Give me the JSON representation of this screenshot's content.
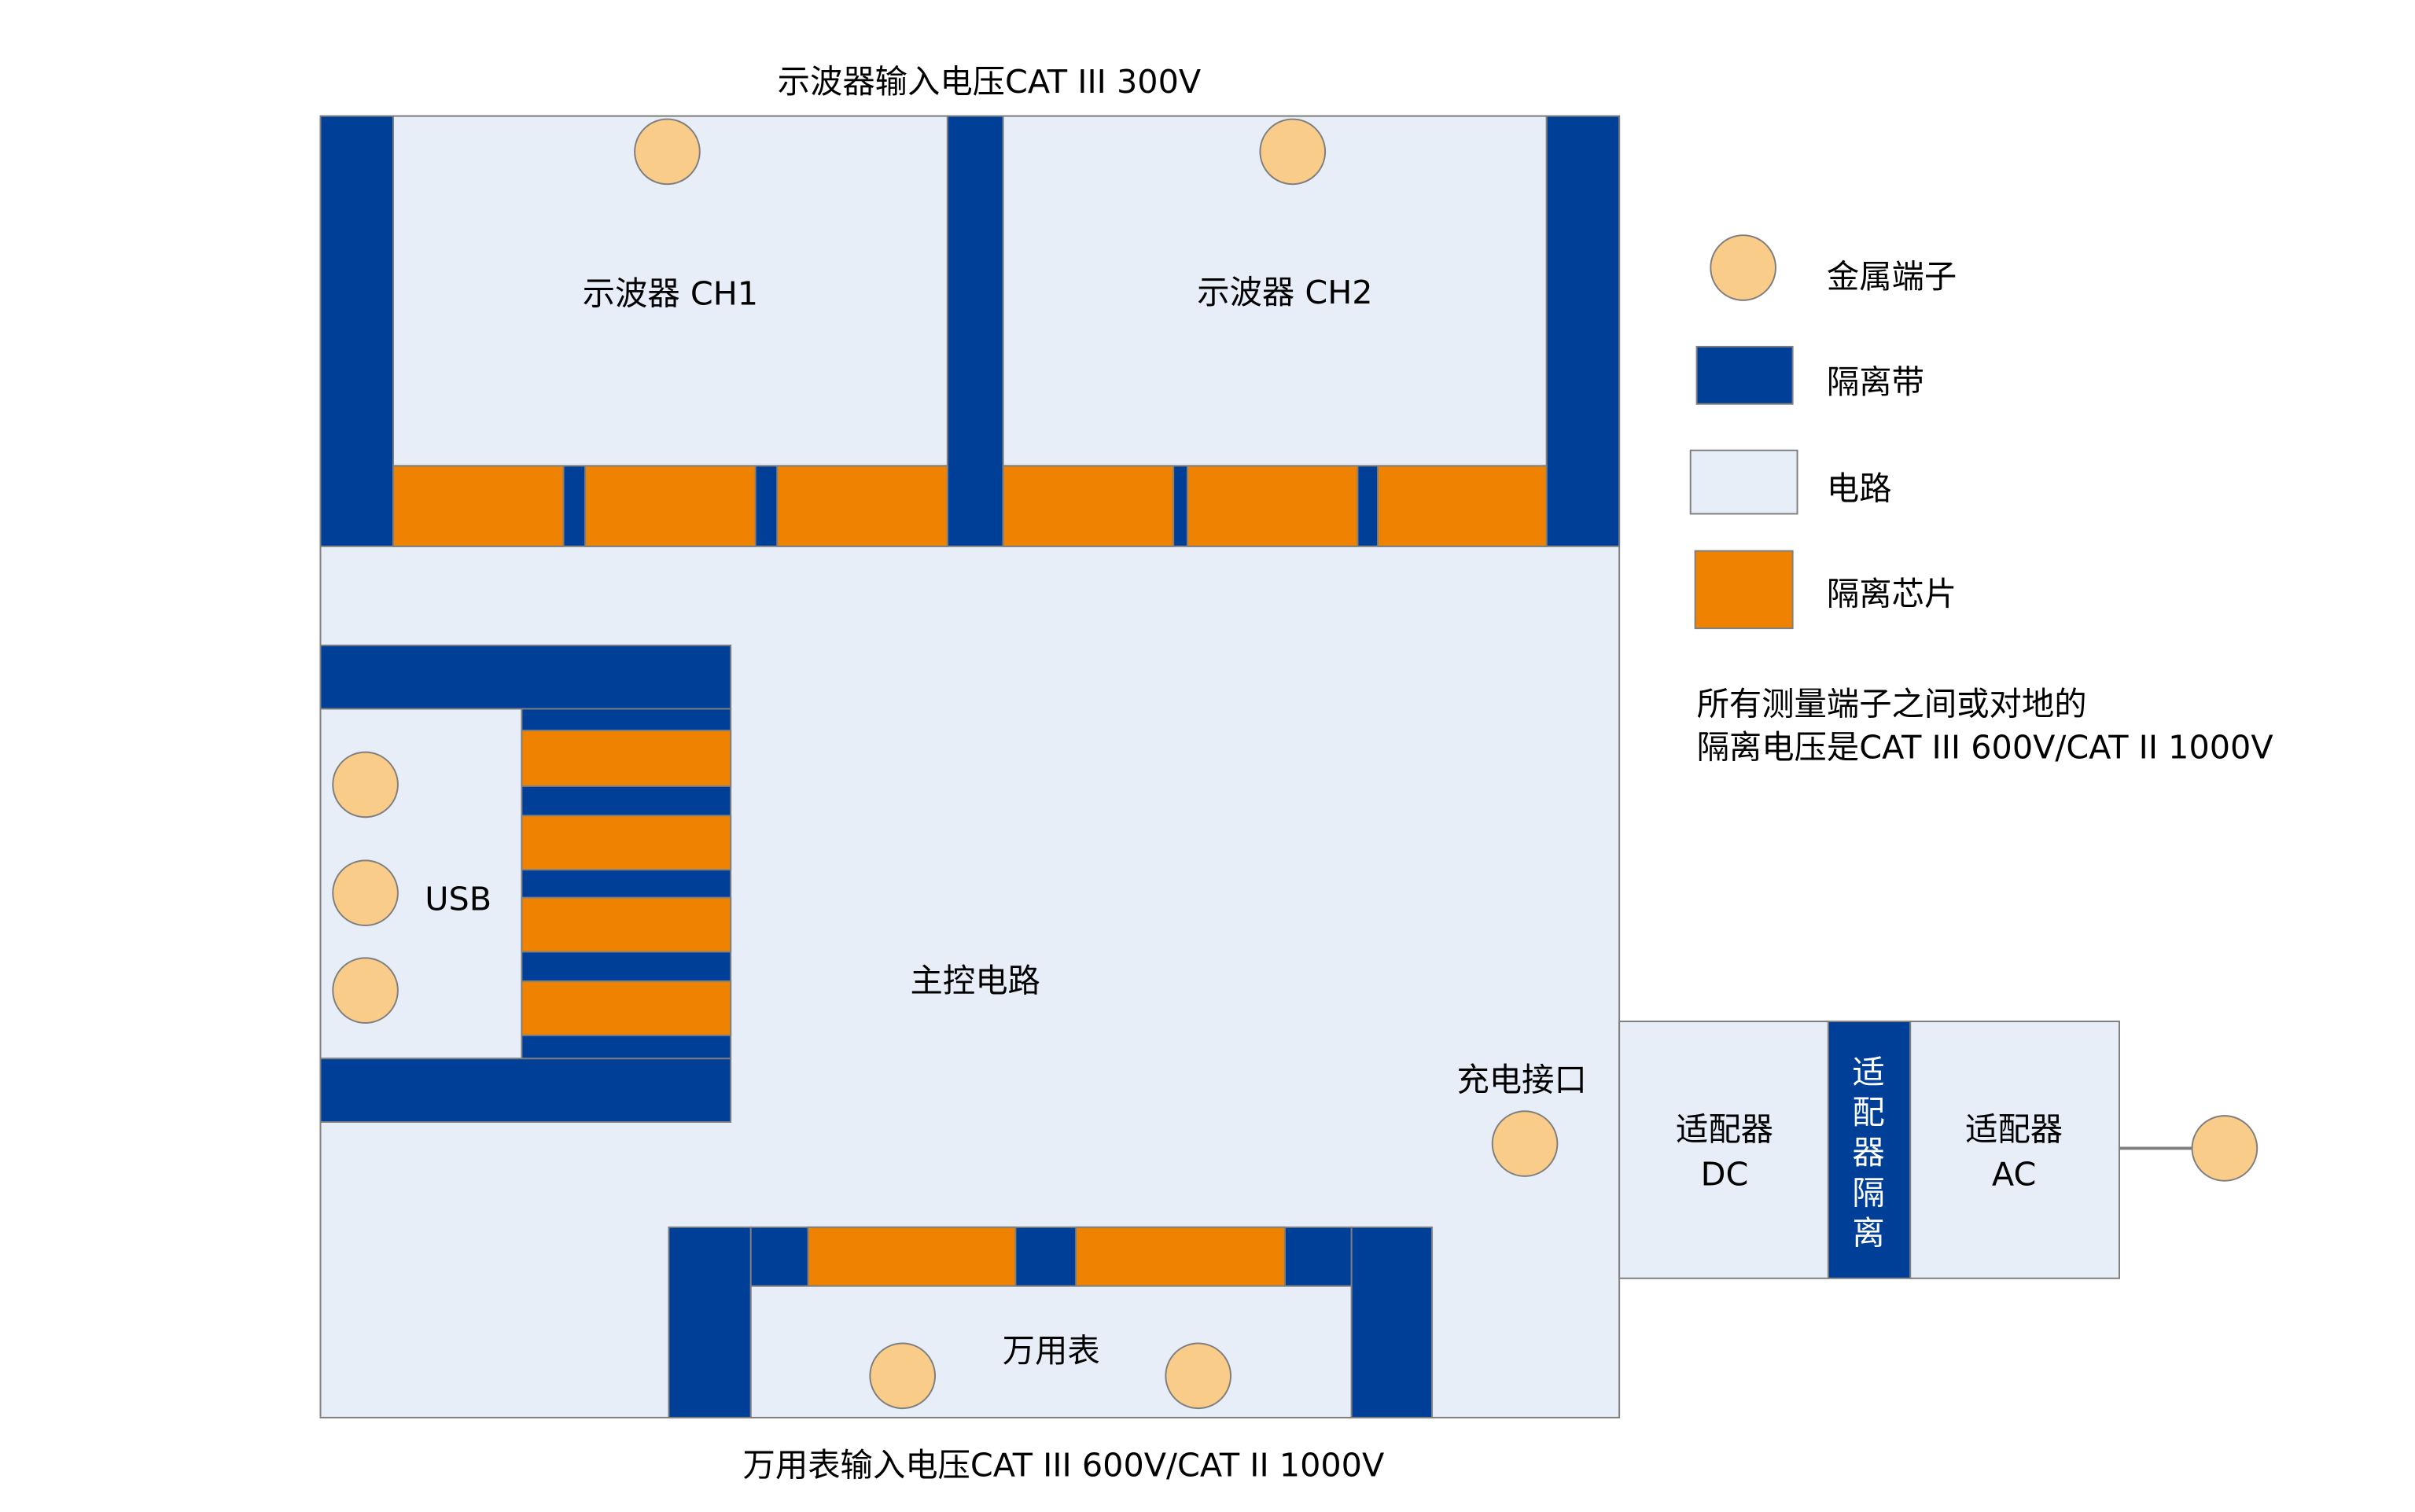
{
  "title_top": "示波器输入电压CAT III 300V",
  "title_bottom": "万用表输入电压CAT III 600V/CAT II 1000V",
  "blocks": {
    "ch1": "示波器 CH1",
    "ch2": "示波器 CH2",
    "usb": "USB",
    "main": "主控电路",
    "charge": "充电接口",
    "multimeter": "万用表",
    "adapter_dc": [
      "适配器",
      "DC"
    ],
    "adapter_iso": [
      "适",
      "配",
      "器",
      "隔",
      "离"
    ],
    "adapter_ac": [
      "适配器",
      "AC"
    ]
  },
  "legend": {
    "terminal": "金属端子",
    "isolation_band": "隔离带",
    "circuit": "电路",
    "isolation_chip": "隔离芯片"
  },
  "note": [
    "所有测量端子之间或对地的",
    "隔离电压是CAT III 600V/CAT II 1000V"
  ],
  "colors": {
    "band": "#003f98",
    "circuit": "#e7eef8",
    "chip": "#ef8200",
    "terminal": "#f9cc8a"
  }
}
